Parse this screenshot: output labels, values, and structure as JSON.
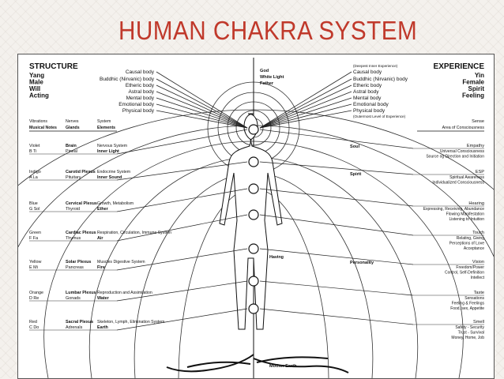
{
  "page": {
    "title": "HUMAN CHAKRA SYSTEM"
  },
  "diagram": {
    "left_header": {
      "heading": "STRUCTURE",
      "lines": [
        "Yang",
        "Male",
        "Will",
        "Acting"
      ]
    },
    "right_header": {
      "heading": "EXPERIENCE",
      "lines": [
        "Yin",
        "Female",
        "Spirit",
        "Feeling"
      ]
    },
    "left_bodies": [
      "Causal body",
      "Buddhic (Nirvanic) body",
      "Etheric body",
      "Astral body",
      "Mental body",
      "Emotional body",
      "Physical body"
    ],
    "right_bodies_note_top": "(Deepest Inner Experience)",
    "right_bodies": [
      "Causal body",
      "Buddhic (Nirvanic) body",
      "Etheric body",
      "Astral body",
      "Mental body",
      "Emotional body",
      "Physical body"
    ],
    "right_bodies_note_bottom": "(Outermost Level of Experience)",
    "center_top": [
      "God",
      "White Light",
      "Father"
    ],
    "column_headers_left": [
      {
        "a": "Vibrations",
        "b": "Nerves",
        "c": "System"
      },
      {
        "a": "Musical Notes",
        "b": "Glands",
        "c": "Elements"
      }
    ],
    "column_headers_right": {
      "a": "Sense",
      "b": "Area of Consciousness"
    },
    "chakras": [
      {
        "color": "Violet",
        "note_row": "B    Ti",
        "nerve": "Brain",
        "gland": "Pineal",
        "system": "Nervous System",
        "element": "Inner Light",
        "sense": "Empathy",
        "area": [
          "Universal Consciousness",
          "Source og Direction and Initiation"
        ]
      },
      {
        "color": "Indigo",
        "note_row": "A    La",
        "nerve": "Carotid Plexus",
        "gland": "Pituitary",
        "system": "Endocrine System",
        "element": "Inner Sound",
        "sense": "ESP",
        "area": [
          "Spiritual Awareness",
          "Individualized Consciousness"
        ]
      },
      {
        "color": "Blue",
        "note_row": "G    Sol",
        "nerve": "Cervical Plexus",
        "gland": "Thyroid",
        "system": "Growth, Metabolism",
        "element": "Ether",
        "sense": "Hearing",
        "area": [
          "Expressing, Receiving, Abundance",
          "Flowing Manifestation",
          "Listening to Intuition"
        ]
      },
      {
        "color": "Green",
        "note_row": "F    Fa",
        "nerve": "Cardiac Plexus",
        "gland": "Thymus",
        "system": "Respiration, Circulation, Immune System",
        "element": "Air",
        "sense": "Touch",
        "area": [
          "Relating, Giving",
          "Perceptions of Love",
          "Acceptance"
        ]
      },
      {
        "color": "Yellow",
        "note_row": "E    Mi",
        "nerve": "Solar Plexus",
        "gland": "Pancreas",
        "system": "Muscles Digestive System",
        "element": "Fire",
        "sense": "Vision",
        "area": [
          "Freedom/Power",
          "Control, Self-Definition",
          "Intellect"
        ]
      },
      {
        "color": "Orange",
        "note_row": "D    Re",
        "nerve": "Lumbar Plexus",
        "gland": "Gonads",
        "system": "Reproduction and Assimilation",
        "element": "Water",
        "sense": "Taste",
        "area": [
          "Sensations",
          "Feeling & Feelings",
          "Food, sex, Appetite"
        ]
      },
      {
        "color": "Red",
        "note_row": "C    Do",
        "nerve": "Sacral Plexus",
        "gland": "Adrenals",
        "system": "Skeleton, Lymph, Elimination System",
        "element": "Earth",
        "sense": "Smell",
        "area": [
          "Safety - Security",
          "Trust - Survival",
          "Money, Home, Job"
        ]
      }
    ],
    "labels": {
      "soul": "Soul",
      "spirit": "Spirit",
      "having": "Having",
      "personality": "Personality",
      "mother_earth": "Mother Earth"
    }
  }
}
